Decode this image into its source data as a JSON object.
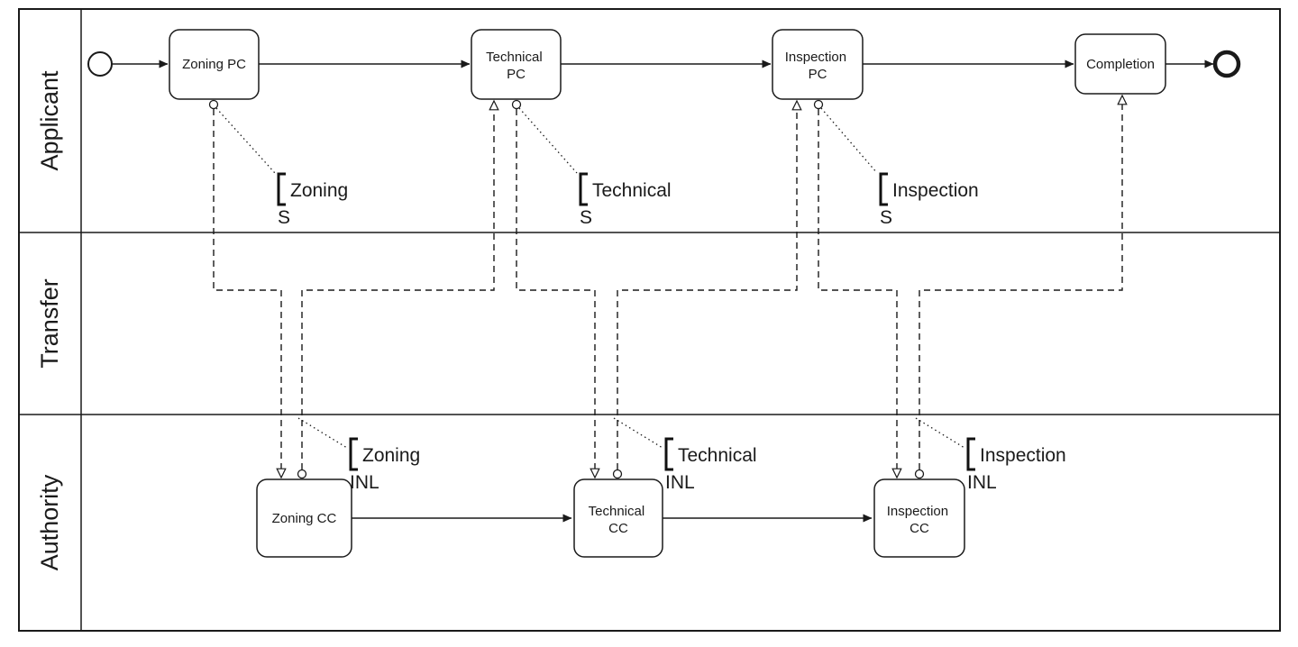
{
  "colors": {
    "stroke": "#1a1a1a",
    "background": "#ffffff"
  },
  "lanes": [
    {
      "name": "Applicant"
    },
    {
      "name": "Transfer"
    },
    {
      "name": "Authority"
    }
  ],
  "tasks": {
    "zoning_pc": {
      "lines": [
        "Zoning PC"
      ]
    },
    "technical_pc": {
      "lines": [
        "Technical",
        "PC"
      ]
    },
    "inspection_pc": {
      "lines": [
        "Inspection",
        "PC"
      ]
    },
    "completion": {
      "lines": [
        "Completion"
      ]
    },
    "zoning_cc": {
      "lines": [
        "Zoning CC"
      ]
    },
    "technical_cc": {
      "lines": [
        "Technical",
        "CC"
      ]
    },
    "inspection_cc": {
      "lines": [
        "Inspection",
        "CC"
      ]
    }
  },
  "annotations": {
    "zoning_s": {
      "title": "Zoning",
      "tag": "S"
    },
    "technical_s": {
      "title": "Technical",
      "tag": "S"
    },
    "inspection_s": {
      "title": "Inspection",
      "tag": "S"
    },
    "zoning_inl": {
      "title": "Zoning",
      "tag": "INL"
    },
    "technical_inl": {
      "title": "Technical",
      "tag": "INL"
    },
    "inspection_inl": {
      "title": "Inspection",
      "tag": "INL"
    }
  }
}
